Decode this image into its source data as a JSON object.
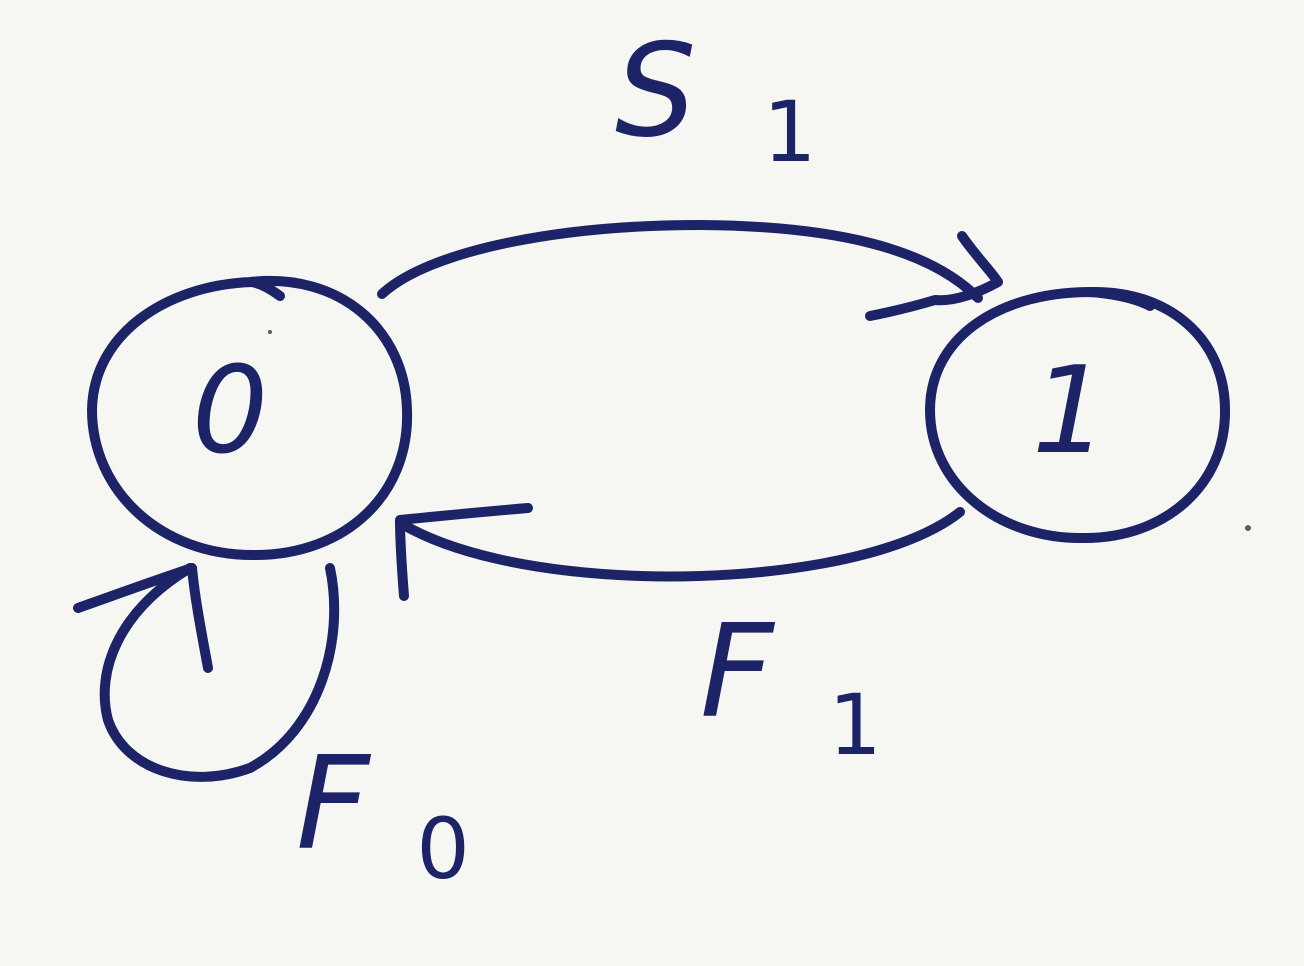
{
  "diagram": {
    "states": [
      {
        "id": "state-0",
        "label": "0"
      },
      {
        "id": "state-1",
        "label": "1"
      }
    ],
    "transitions": [
      {
        "id": "s1",
        "from": "0",
        "to": "1",
        "label_main": "S",
        "label_sub": "1"
      },
      {
        "id": "f1",
        "from": "1",
        "to": "0",
        "label_main": "F",
        "label_sub": "1"
      },
      {
        "id": "f0",
        "from": "0",
        "to": "0",
        "label_main": "F",
        "label_sub": "0"
      }
    ]
  },
  "colors": {
    "ink": "#1c2366",
    "paper": "#f6f6f2"
  }
}
